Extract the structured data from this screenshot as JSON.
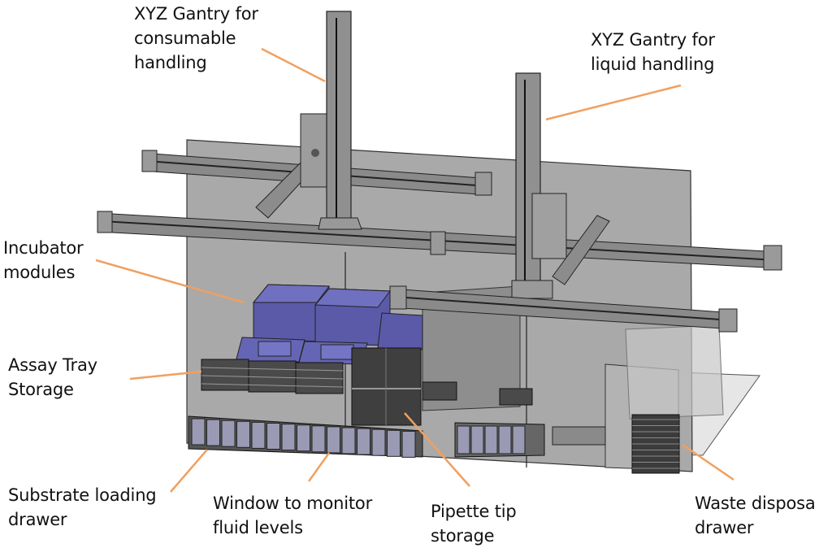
{
  "figure": {
    "title": "Automated lab workcell CAD rendering with component callouts",
    "accent_color": "#f0a060",
    "incubator_color": "#6a6ab8",
    "panel_color": "#a8a8a8"
  },
  "callouts": [
    {
      "id": "consumable-gantry",
      "text": "XYZ Gantry for\nconsumable\nhandling"
    },
    {
      "id": "liquid-gantry",
      "text": "XYZ Gantry for\nliquid handling"
    },
    {
      "id": "incubator",
      "text": "Incubator\nmodules"
    },
    {
      "id": "assay-tray",
      "text": "Assay Tray\nStorage"
    },
    {
      "id": "substrate-drawer",
      "text": "Substrate loading\ndrawer"
    },
    {
      "id": "fluid-window",
      "text": "Window to monitor\nfluid levels"
    },
    {
      "id": "pipette-tip",
      "text": "Pipette tip\nstorage"
    },
    {
      "id": "waste-drawer",
      "text": "Waste disposa\ndrawer"
    }
  ]
}
